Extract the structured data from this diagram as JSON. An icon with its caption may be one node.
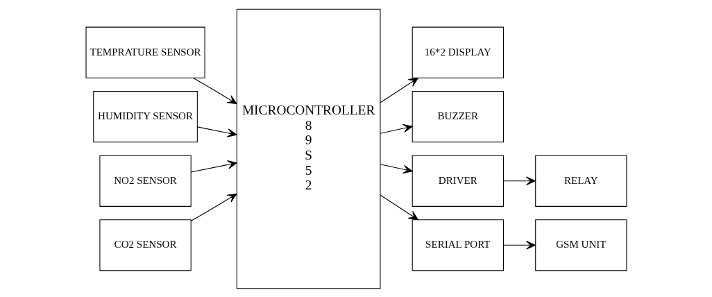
{
  "diagram": {
    "nodes": [
      {
        "text": [
          "TEMPRATURE SENSOR"
        ]
      },
      {
        "text": [
          "HUMIDITY SENSOR"
        ]
      },
      {
        "text": [
          "NO2 SENSOR"
        ]
      },
      {
        "text": [
          "CO2 SENSOR"
        ]
      },
      {
        "text": [
          "MICROCONTROLLER",
          "8 9 S 5 2"
        ]
      },
      {
        "text": [
          "16*2 DISPLAY"
        ]
      },
      {
        "text": [
          "BUZZER"
        ]
      },
      {
        "text": [
          "DRIVER"
        ]
      },
      {
        "text": [
          "RELAY"
        ]
      },
      {
        "text": [
          "SERIAL PORT"
        ]
      },
      {
        "text": [
          "GSM UNIT"
        ]
      }
    ],
    "edges": [
      {
        "from": 0,
        "to": 4,
        "arrow": "to"
      },
      {
        "from": 1,
        "to": 4,
        "arrow": "to"
      },
      {
        "from": 2,
        "to": 4,
        "arrow": "to"
      },
      {
        "from": 3,
        "to": 4,
        "arrow": "to"
      },
      {
        "from": 4,
        "to": 5,
        "arrow": "to"
      },
      {
        "from": 4,
        "to": 6,
        "arrow": "to"
      },
      {
        "from": 4,
        "to": 7,
        "arrow": "to"
      },
      {
        "from": 7,
        "to": 8,
        "arrow": "to"
      },
      {
        "from": 4,
        "to": 9,
        "arrow": "to"
      },
      {
        "from": 9,
        "to": 10,
        "arrow": "to"
      }
    ]
  }
}
